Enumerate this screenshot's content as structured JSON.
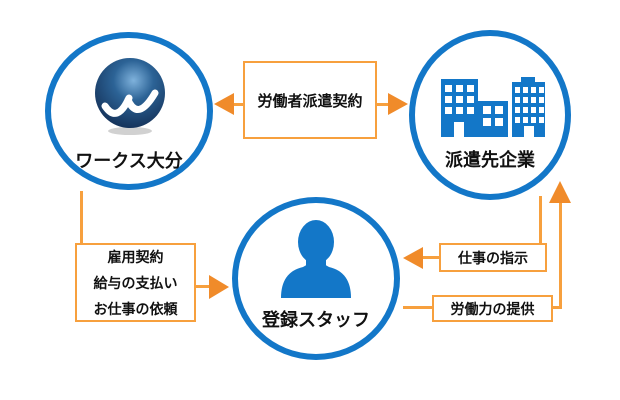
{
  "colors": {
    "circle_blue": "#1377C8",
    "line_orange": "#F7A03E",
    "arrowhead_orange": "#F08B2A",
    "logo_navy": "#16355E",
    "text": "#111111"
  },
  "nodes": {
    "works_oita": {
      "label": "ワークス大分",
      "icon": "works-oita-sphere-logo"
    },
    "client_company": {
      "label": "派遣先企業",
      "icon": "office-buildings"
    },
    "registered_staff": {
      "label": "登録スタッフ",
      "icon": "person-silhouette"
    }
  },
  "connections": {
    "dispatch_contract": {
      "label": "労働者派遣契約"
    },
    "employment": {
      "lines": [
        "雇用契約",
        "給与の支払い",
        "お仕事の依頼"
      ]
    },
    "work_instructions": {
      "label": "仕事の指示"
    },
    "labor_supply": {
      "label": "労働力の提供"
    }
  }
}
